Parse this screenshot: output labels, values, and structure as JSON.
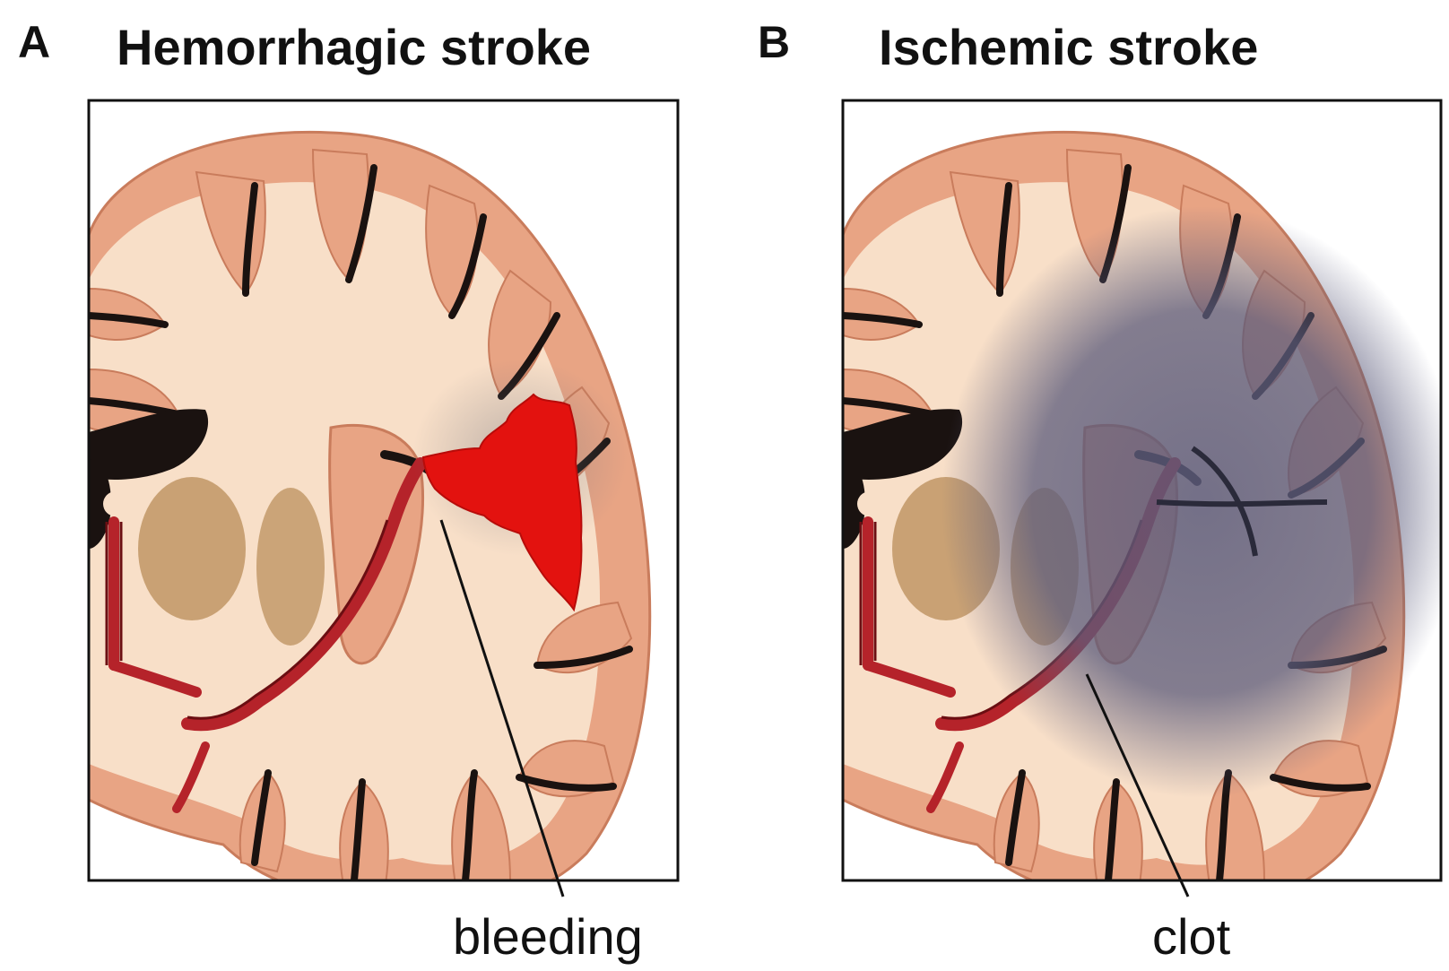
{
  "panels": [
    {
      "letter": "A",
      "title": "Hemorrhagic stroke",
      "callout": "bleeding"
    },
    {
      "letter": "B",
      "title": "Ischemic stroke",
      "callout": "clot"
    }
  ],
  "colors": {
    "gray_matter": "#e8a484",
    "white_matter": "#f8dfc8",
    "sulcus": "#1a1210",
    "bleed": "#e3120f",
    "vessel": "#b5232a",
    "ischemia": "#5c5c7c",
    "basal_ganglia": "#c39a6a"
  }
}
